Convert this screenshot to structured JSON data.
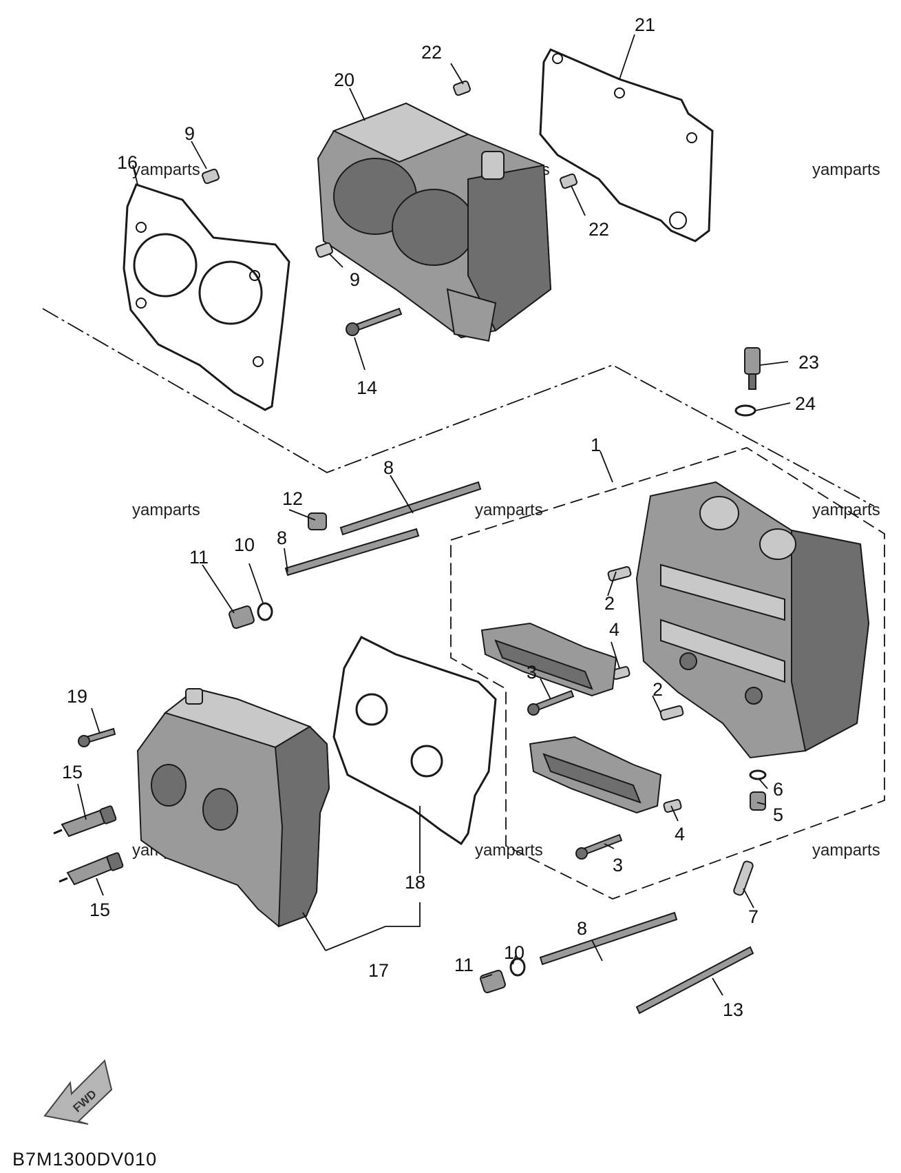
{
  "watermark": "yamparts",
  "diagram_code": "B7M1300DV010",
  "fwd_label": "FWD",
  "callouts": {
    "c1": "1",
    "c2a": "2",
    "c2b": "2",
    "c3a": "3",
    "c3b": "3",
    "c4a": "4",
    "c4b": "4",
    "c5": "5",
    "c6": "6",
    "c7": "7",
    "c8a": "8",
    "c8b": "8",
    "c8c": "8",
    "c9a": "9",
    "c9b": "9",
    "c10a": "10",
    "c10b": "10",
    "c11a": "11",
    "c11b": "11",
    "c12": "12",
    "c13": "13",
    "c14": "14",
    "c15a": "15",
    "c15b": "15",
    "c16": "16",
    "c17": "17",
    "c18": "18",
    "c19": "19",
    "c20": "20",
    "c21": "21",
    "c22a": "22",
    "c22b": "22",
    "c23": "23",
    "c24": "24"
  }
}
